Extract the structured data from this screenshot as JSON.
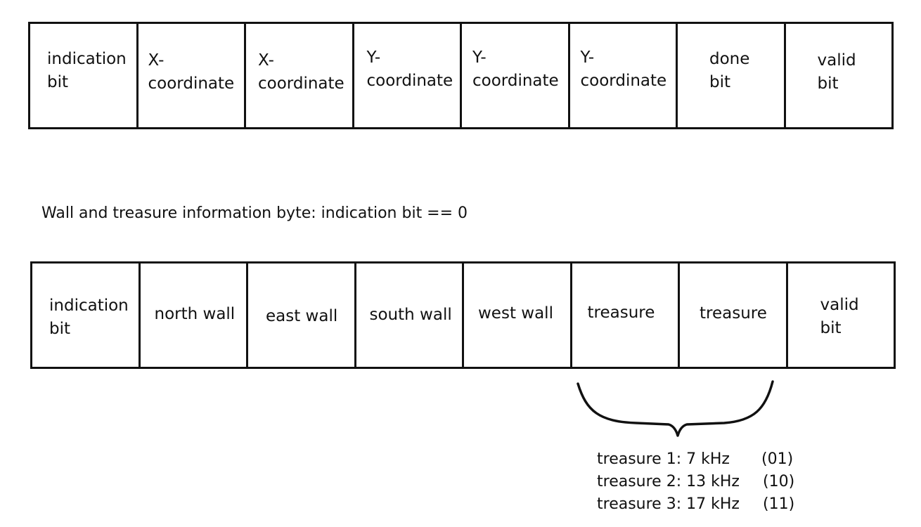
{
  "top_byte": {
    "cells": [
      "indication\nbit",
      "X-\ncoordinate",
      "X-\ncoordinate",
      "Y-\ncoordinate",
      "Y-\ncoordinate",
      "Y-\ncoordinate",
      "done\nbit",
      "valid\nbit"
    ]
  },
  "caption": "Wall and treasure information byte: indication bit == 0",
  "bottom_byte": {
    "cells": [
      "indication\nbit",
      "north wall",
      "east wall",
      "south wall",
      "west wall",
      "treasure",
      "treasure",
      "valid\nbit"
    ]
  },
  "legend": [
    {
      "text": "treasure 1: 7 kHz",
      "code": "(01)"
    },
    {
      "text": "treasure 2: 13 kHz",
      "code": "(10)"
    },
    {
      "text": "treasure 3: 17 kHz",
      "code": "(11)"
    }
  ]
}
